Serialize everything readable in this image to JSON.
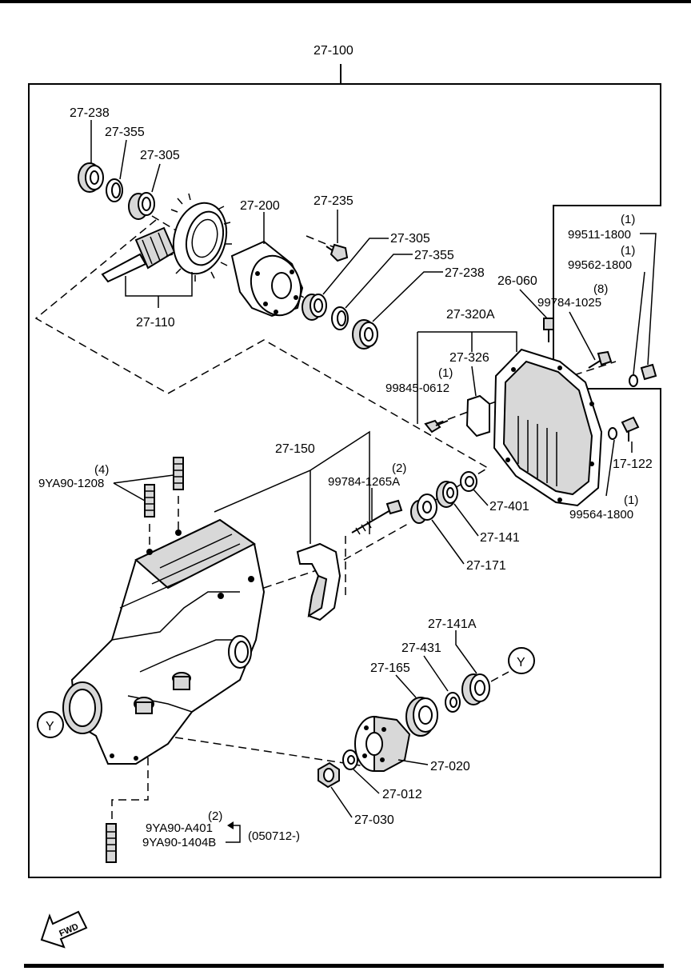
{
  "assembly": {
    "number": "27-100"
  },
  "parts": {
    "p27_238_a": "27-238",
    "p27_355_a": "27-355",
    "p27_305_a": "27-305",
    "p27_200": "27-200",
    "p27_235": "27-235",
    "p27_305_b": "27-305",
    "p27_355_b": "27-355",
    "p27_238_b": "27-238",
    "p27_110": "27-110",
    "p26_060": "26-060",
    "p27_320a": "27-320A",
    "p27_326": "27-326",
    "p99845_qty": "(1)",
    "p99845": "99845-0612",
    "p99511_qty": "(1)",
    "p99511": "99511-1800",
    "p99562_qty": "(1)",
    "p99562": "99562-1800",
    "p99784_1025_qty": "(8)",
    "p99784_1025": "99784-1025",
    "p27_150": "27-150",
    "p9ya90_1208_qty": "(4)",
    "p9ya90_1208": "9YA90-1208",
    "p99784_1265_qty": "(2)",
    "p99784_1265": "99784-1265A",
    "p27_401": "27-401",
    "p27_141": "27-141",
    "p27_171": "27-171",
    "p17_122": "17-122",
    "p99564_qty": "(1)",
    "p99564": "99564-1800",
    "p27_141a": "27-141A",
    "p27_431": "27-431",
    "p27_165": "27-165",
    "p27_020": "27-020",
    "p27_012": "27-012",
    "p27_030": "27-030",
    "p9ya90_a401_qty": "(2)",
    "p9ya90_a401": "9YA90-A401",
    "p9ya90_1404b": "9YA90-1404B",
    "date_note": "(050712-)"
  },
  "markers": {
    "y_left": "Y",
    "y_right": "Y"
  },
  "fwd": {
    "text": "FWD"
  }
}
